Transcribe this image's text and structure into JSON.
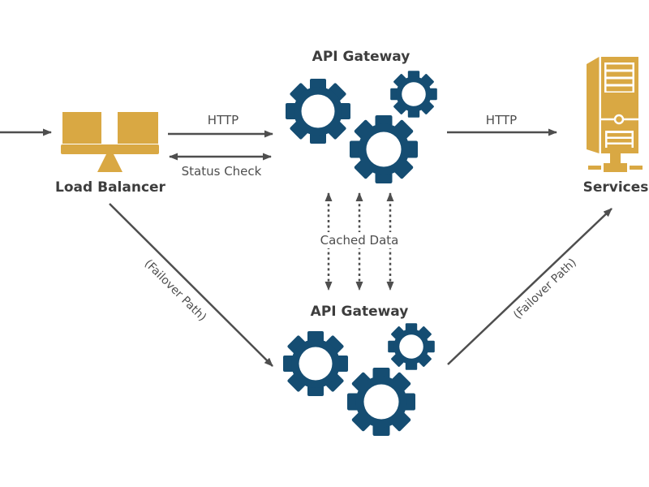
{
  "nodes": {
    "load_balancer": {
      "label": "Load Balancer",
      "icon": "balance-scale-icon"
    },
    "api_gateway_top": {
      "label": "API Gateway",
      "icon": "gears-icon"
    },
    "api_gateway_bottom": {
      "label": "API Gateway",
      "icon": "gears-icon"
    },
    "services": {
      "label": "Services",
      "icon": "server-icon"
    }
  },
  "edges": {
    "http_left": {
      "label": "HTTP",
      "style": "solid",
      "direction": "right"
    },
    "status_check": {
      "label": "Status Check",
      "style": "solid",
      "direction": "both"
    },
    "http_right": {
      "label": "HTTP",
      "style": "solid",
      "direction": "right"
    },
    "cached_data": {
      "label": "Cached Data",
      "style": "dashed",
      "direction": "both",
      "line_count": 3
    },
    "failover_left": {
      "label": "(Failover Path)",
      "style": "solid",
      "direction": "down-right"
    },
    "failover_right": {
      "label": "(Failover Path)",
      "style": "solid",
      "direction": "up-right"
    }
  },
  "colors": {
    "gold": "#d9a843",
    "blue": "#154d72",
    "arrow_gray": "#4e4e4e",
    "label_dark": "#3d3d3d",
    "background": "#ffffff"
  }
}
